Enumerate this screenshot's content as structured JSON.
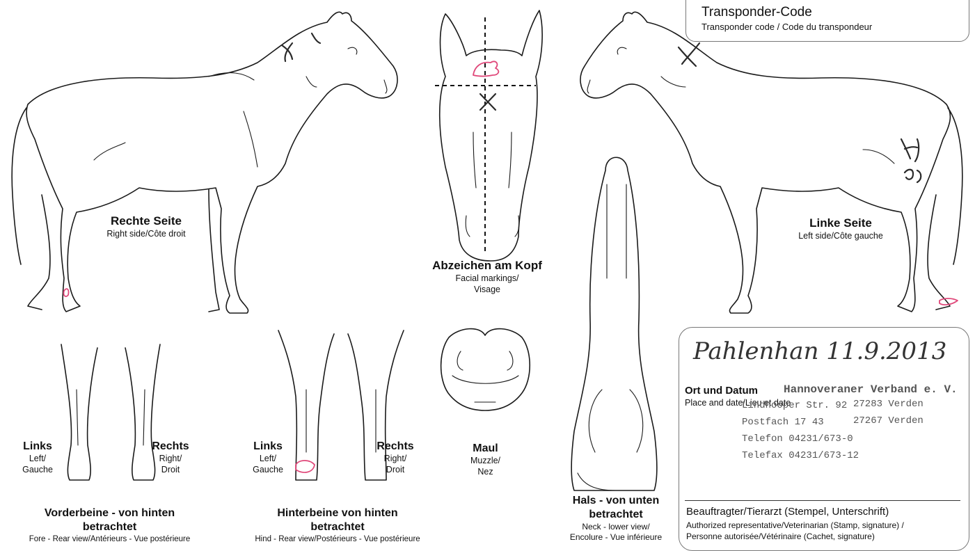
{
  "transponder": {
    "title": "Transponder-Code",
    "subtitle": "Transponder code / Code du transpondeur"
  },
  "right_side": {
    "title": "Rechte Seite",
    "subtitle": "Right side/Côte droit"
  },
  "left_side": {
    "title": "Linke Seite",
    "subtitle": "Left side/Côte gauche"
  },
  "head": {
    "title": "Abzeichen am Kopf",
    "line1": "Facial markings/",
    "line2": "Visage"
  },
  "muzzle": {
    "title": "Maul",
    "line1": "Muzzle/",
    "line2": "Nez"
  },
  "neck": {
    "title1": "Hals - von unten",
    "title2": "betrachtet",
    "line1": "Neck - lower view/",
    "line2": "Encolure - Vue inférieure"
  },
  "forelegs": {
    "left_title": "Links",
    "left_sub1": "Left/",
    "left_sub2": "Gauche",
    "right_title": "Rechts",
    "right_sub1": "Right/",
    "right_sub2": "Droit",
    "title": "Vorderbeine - von hinten",
    "title2": "betrachtet",
    "caption": "Fore - Rear view/Antérieurs - Vue postérieure"
  },
  "hindlegs": {
    "left_title": "Links",
    "left_sub1": "Left/",
    "left_sub2": "Gauche",
    "right_title": "Rechts",
    "right_sub1": "Right/",
    "right_sub2": "Droit",
    "title": "Hinterbeine  von hinten",
    "title2": "betrachtet",
    "caption": "Hind - Rear view/Postérieurs - Vue postérieure"
  },
  "signature_box": {
    "handwritten_place_date": "Pahlenhan 11.9.2013",
    "place_date_label": "Ort und Datum",
    "place_date_sub": "Place and date/Lieu et date",
    "stamp": {
      "org": "Hannoveraner Verband e. V.",
      "street": "Lindhooper Str. 92",
      "zip1": "27283 Verden",
      "po_box": "Postfach 17 43",
      "zip2": "27267 Verden",
      "phone": "Telefon 04231/673-0",
      "fax": "Telefax 04231/673-12"
    },
    "rep_label": "Beauftragter/Tierarzt (Stempel, Unterschrift)",
    "rep_sub1": "Authorized representative/Veterinarian (Stamp, signature) /",
    "rep_sub2": "Personne autorisée/Vétérinaire (Cachet, signature)"
  },
  "marking_symbols": {
    "brand_mark": "H",
    "brand_sub": "CD"
  }
}
